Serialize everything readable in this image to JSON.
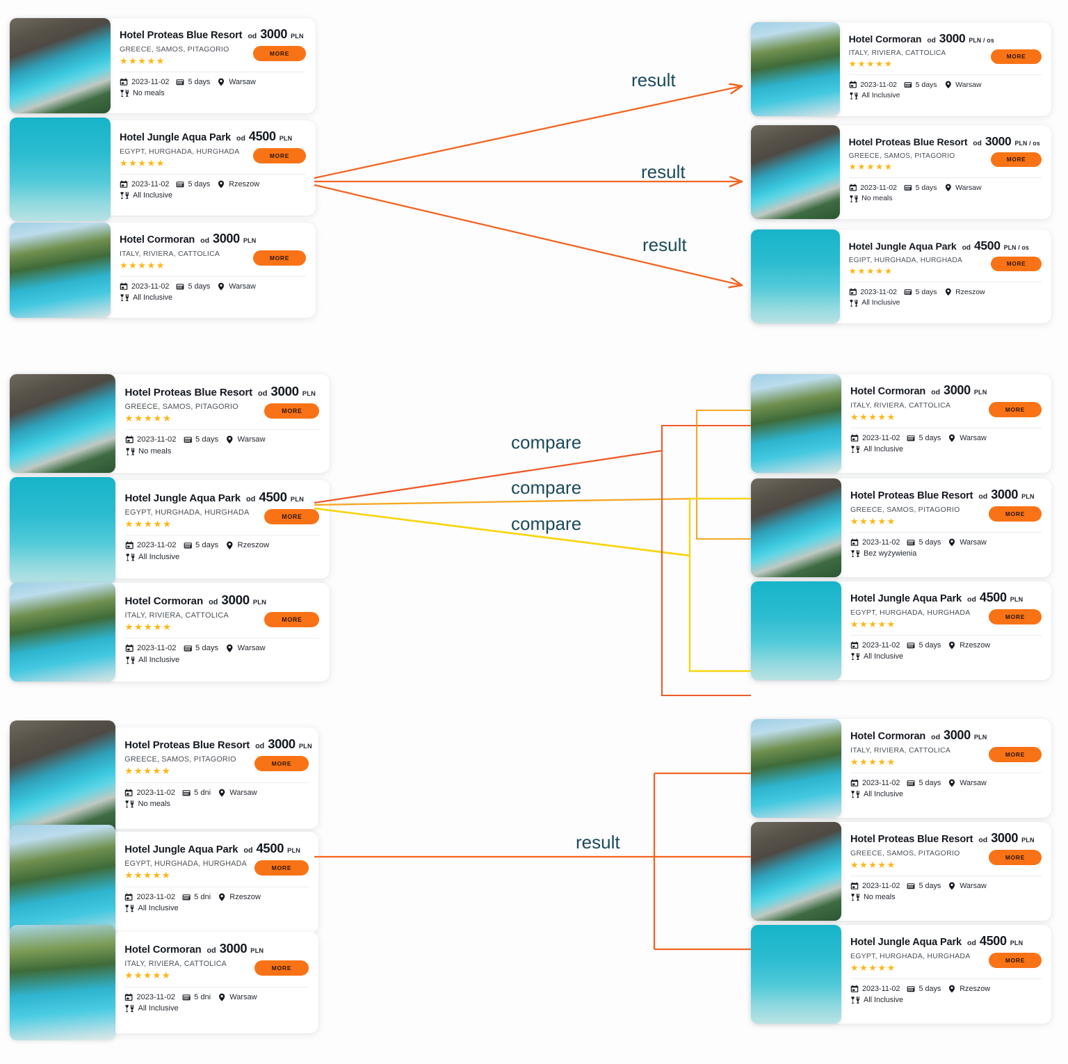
{
  "colors": {
    "accent_orange": "#F97316",
    "star_gold": "#FFB617",
    "label_teal": "#1b4a5b",
    "line_orange": "#F26522",
    "line_amber": "#F5A623",
    "line_yellow": "#F7D510",
    "card_bg": "#FFFFFF",
    "page_bg": "#FDFDFD"
  },
  "icons": {
    "calendar": "calendar-icon",
    "duration": "duration-icon",
    "pin": "location-pin-icon",
    "meal": "meal-cutlery-icon",
    "star": "star-icon"
  },
  "labels": {
    "more": "MORE",
    "od": "od",
    "stars": "★★★★★"
  },
  "sections": [
    {
      "id": "section-results",
      "connector_kind": "fan-arrows",
      "connector_labels": [
        "result",
        "result",
        "result"
      ],
      "left_cards": [
        {
          "name": "Hotel Proteas Blue Resort",
          "locale": "GREECE, SAMOS, PITAGORIO",
          "price_od": "od",
          "price": "3000",
          "currency": "PLN",
          "stars": "★★★★★",
          "date": "2023-11-02",
          "duration": "5 days",
          "city": "Warsaw",
          "meal": "No meals",
          "more": "MORE",
          "thumb": "resort-aerial-pool"
        },
        {
          "name": "Hotel Jungle Aqua Park",
          "locale": "EGYPT, HURGHADA, HURGHADA",
          "price_od": "od",
          "price": "4500",
          "currency": "PLN",
          "stars": "★★★★★",
          "date": "2023-11-02",
          "duration": "5 days",
          "city": "Rzeszow",
          "meal": "All Inclusive",
          "more": "MORE",
          "thumb": "hot-air-balloons"
        },
        {
          "name": "Hotel Cormoran",
          "locale": "ITALY, RIVIERA, CATTOLICA",
          "price_od": "od",
          "price": "3000",
          "currency": "PLN",
          "stars": "★★★★★",
          "date": "2023-11-02",
          "duration": "5 days",
          "city": "Warsaw",
          "meal": "All Inclusive",
          "more": "MORE",
          "thumb": "palm-resort-pool"
        }
      ],
      "right_cards": [
        {
          "name": "Hotel Cormoran",
          "locale": "ITALY, RIVIERA, CATTOLICA",
          "price_od": "od",
          "price": "3000",
          "currency": "PLN / os",
          "stars": "★★★★★",
          "date": "2023-11-02",
          "duration": "5 days",
          "city": "Warsaw",
          "meal": "All Inclusive",
          "more": "MORE",
          "thumb": "palm-resort-pool"
        },
        {
          "name": "Hotel Proteas Blue Resort",
          "locale": "GREECE, SAMOS, PITAGORIO",
          "price_od": "od",
          "price": "3000",
          "currency": "PLN / os",
          "stars": "★★★★★",
          "date": "2023-11-02",
          "duration": "5 days",
          "city": "Warsaw",
          "meal": "No meals",
          "more": "MORE",
          "thumb": "resort-aerial-pool"
        },
        {
          "name": "Hotel Jungle Aqua Park",
          "locale": "EGIPT, HURGHADA, HURGHADA",
          "price_od": "od",
          "price": "4500",
          "currency": "PLN / os",
          "stars": "★★★★★",
          "date": "2023-11-02",
          "duration": "5 days",
          "city": "Rzeszow",
          "meal": "All Inclusive",
          "more": "MORE",
          "thumb": "hot-air-balloons"
        }
      ]
    },
    {
      "id": "section-compare",
      "connector_kind": "fan-brackets",
      "connector_labels": [
        "compare",
        "compare",
        "compare"
      ],
      "left_cards": [
        {
          "name": "Hotel Proteas Blue Resort",
          "locale": "GREECE, SAMOS, PITAGORIO",
          "price_od": "od",
          "price": "3000",
          "currency": "PLN",
          "stars": "★★★★★",
          "date": "2023-11-02",
          "duration": "5 days",
          "city": "Warsaw",
          "meal": "No meals",
          "more": "MORE",
          "thumb": "resort-aerial-pool"
        },
        {
          "name": "Hotel Jungle Aqua Park",
          "locale": "EGYPT, HURGHADA, HURGHADA",
          "price_od": "od",
          "price": "4500",
          "currency": "PLN",
          "stars": "★★★★★",
          "date": "2023-11-02",
          "duration": "5 days",
          "city": "Rzeszow",
          "meal": "All Inclusive",
          "more": "MORE",
          "thumb": "hot-air-balloons"
        },
        {
          "name": "Hotel Cormoran",
          "locale": "ITALY, RIVIERA, CATTOLICA",
          "price_od": "od",
          "price": "3000",
          "currency": "PLN",
          "stars": "★★★★★",
          "date": "2023-11-02",
          "duration": "5 days",
          "city": "Warsaw",
          "meal": "All Inclusive",
          "more": "MORE",
          "thumb": "palm-resort-pool"
        }
      ],
      "right_cards": [
        {
          "name": "Hotel Cormoran",
          "locale": "ITALY, RIVIERA, CATTOLICA",
          "price_od": "od",
          "price": "3000",
          "currency": "PLN",
          "stars": "★★★★★",
          "date": "2023-11-02",
          "duration": "5 days",
          "city": "Warsaw",
          "meal": "All Inclusive",
          "more": "MORE",
          "thumb": "palm-resort-pool"
        },
        {
          "name": "Hotel Proteas Blue Resort",
          "locale": "GREECE, SAMOS, PITAGORIO",
          "price_od": "od",
          "price": "3000",
          "currency": "PLN",
          "stars": "★★★★★",
          "date": "2023-11-02",
          "duration": "5 days",
          "city": "Warsaw",
          "meal": "Bez wyżywienia",
          "more": "MORE",
          "thumb": "resort-aerial-pool"
        },
        {
          "name": "Hotel Jungle Aqua Park",
          "locale": "EGYPT, HURGHADA, HURGHADA",
          "price_od": "od",
          "price": "4500",
          "currency": "PLN",
          "stars": "★★★★★",
          "date": "2023-11-02",
          "duration": "5 days",
          "city": "Rzeszow",
          "meal": "All Inclusive",
          "more": "MORE",
          "thumb": "hot-air-balloons"
        }
      ]
    },
    {
      "id": "section-result-bracket",
      "connector_kind": "single-bracket",
      "connector_labels": [
        "result"
      ],
      "left_cards": [
        {
          "name": "Hotel Proteas Blue Resort",
          "locale": "GREECE, SAMOS, PITAGORIO",
          "price_od": "od",
          "price": "3000",
          "currency": "PLN",
          "stars": "★★★★★",
          "date": "2023-11-02",
          "duration": "5 dni",
          "city": "Warsaw",
          "meal": "No meals",
          "more": "MORE",
          "thumb": "resort-aerial-pool"
        },
        {
          "name": "Hotel Jungle Aqua Park",
          "locale": "EGYPT, HURGHADA, HURGHADA",
          "price_od": "od",
          "price": "4500",
          "currency": "PLN",
          "stars": "★★★★★",
          "date": "2023-11-02",
          "duration": "5 dni",
          "city": "Rzeszow",
          "meal": "All Inclusive",
          "more": "MORE",
          "thumb": "palm-resort-pool"
        },
        {
          "name": "Hotel Cormoran",
          "locale": "ITALY, RIVIERA, CATTOLICA",
          "price_od": "od",
          "price": "3000",
          "currency": "PLN",
          "stars": "★★★★★",
          "date": "2023-11-02",
          "duration": "5 dni",
          "city": "Warsaw",
          "meal": "All Inclusive",
          "more": "MORE",
          "thumb": "palm-resort-pool2"
        }
      ],
      "right_cards": [
        {
          "name": "Hotel Cormoran",
          "locale": "ITALY, RIVIERA, CATTOLICA",
          "price_od": "od",
          "price": "3000",
          "currency": "PLN",
          "stars": "★★★★★",
          "date": "2023-11-02",
          "duration": "5 days",
          "city": "Warsaw",
          "meal": "All Inclusive",
          "more": "MORE",
          "thumb": "palm-resort-pool"
        },
        {
          "name": "Hotel Proteas Blue Resort",
          "locale": "GREECE, SAMOS, PITAGORIO",
          "price_od": "od",
          "price": "3000",
          "currency": "PLN",
          "stars": "★★★★★",
          "date": "2023-11-02",
          "duration": "5 days",
          "city": "Warsaw",
          "meal": "No meals",
          "more": "MORE",
          "thumb": "resort-aerial-pool"
        },
        {
          "name": "Hotel Jungle Aqua Park",
          "locale": "EGYPT, HURGHADA, HURGHADA",
          "price_od": "od",
          "price": "4500",
          "currency": "PLN",
          "stars": "★★★★★",
          "date": "2023-11-02",
          "duration": "5 days",
          "city": "Rzeszow",
          "meal": "All Inclusive",
          "more": "MORE",
          "thumb": "hot-air-balloons"
        }
      ]
    }
  ]
}
